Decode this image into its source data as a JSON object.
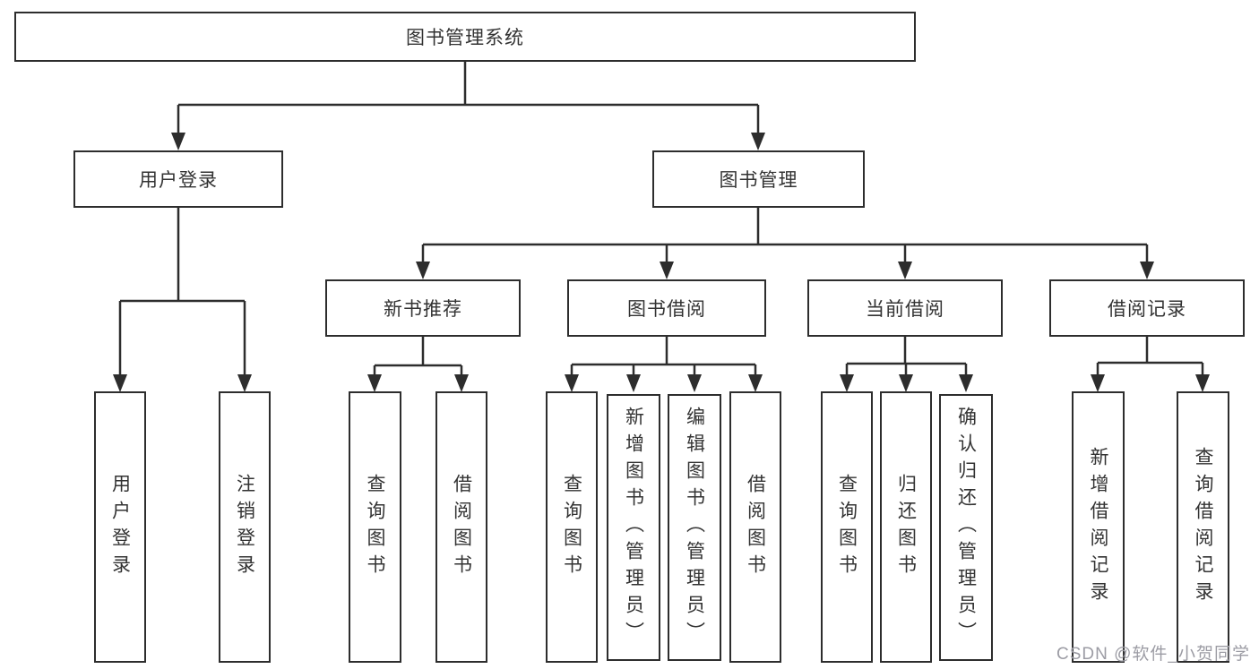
{
  "colors": {
    "line": "#2d2d2d",
    "box_border": "#2d2d2d",
    "text": "#333333",
    "background": "#ffffff",
    "watermark": "#9c9ca4"
  },
  "watermark": {
    "text": "CSDN @软件_小贺同学"
  },
  "tree": {
    "root": {
      "label": "图书管理系统"
    },
    "login": {
      "label": "用户登录",
      "children": [
        {
          "label": "用户登录"
        },
        {
          "label": "注销登录"
        }
      ]
    },
    "mgmt": {
      "label": "图书管理",
      "children": [
        {
          "label": "新书推荐",
          "children": [
            {
              "label": "查询图书"
            },
            {
              "label": "借阅图书"
            }
          ]
        },
        {
          "label": "图书借阅",
          "children": [
            {
              "label": "查询图书"
            },
            {
              "label": "新增图书（管理员）"
            },
            {
              "label": "编辑图书（管理员）"
            },
            {
              "label": "借阅图书"
            }
          ]
        },
        {
          "label": "当前借阅",
          "children": [
            {
              "label": "查询图书"
            },
            {
              "label": "归还图书"
            },
            {
              "label": "确认归还（管理员）"
            }
          ]
        },
        {
          "label": "借阅记录",
          "children": [
            {
              "label": "新增借阅记录"
            },
            {
              "label": "查询借阅记录"
            }
          ]
        }
      ]
    }
  }
}
